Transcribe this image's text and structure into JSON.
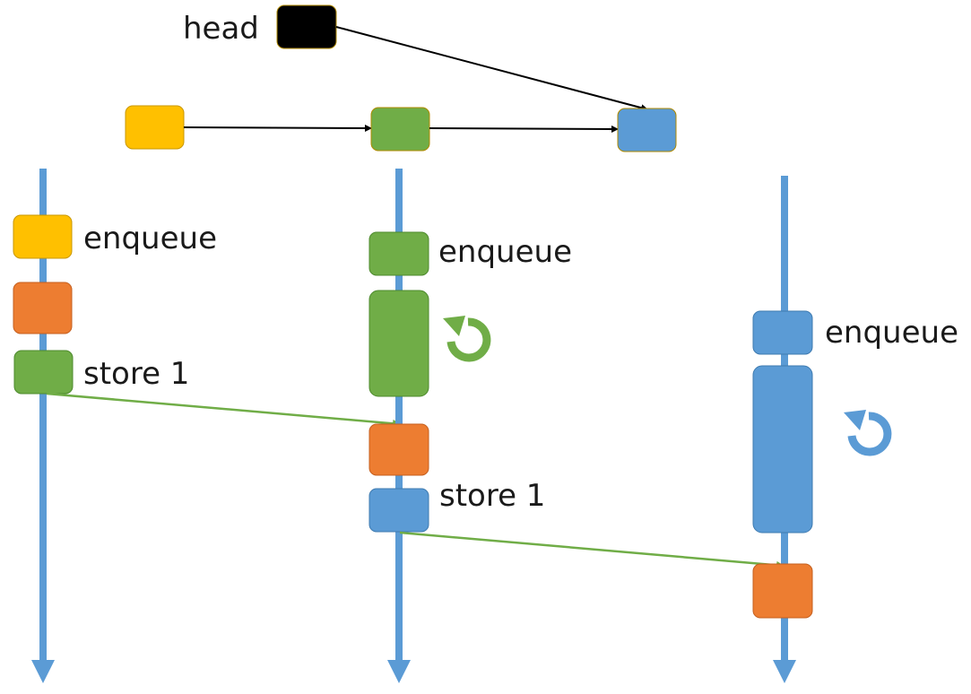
{
  "colors": {
    "blue": "#5B9BD5",
    "green": "#70AD47",
    "orange": "#ED7D31",
    "yellow": "#FFC000",
    "black": "#000000",
    "text": "#1a1a1a"
  },
  "top_list": {
    "head_label": "head"
  },
  "lanes": [
    {
      "enqueue_label": "enqueue",
      "store_label": "store 1"
    },
    {
      "enqueue_label": "enqueue",
      "store_label": "store 1",
      "loop_icon": "retry-loop-icon"
    },
    {
      "enqueue_label": "enqueue",
      "loop_icon": "retry-loop-icon"
    }
  ]
}
